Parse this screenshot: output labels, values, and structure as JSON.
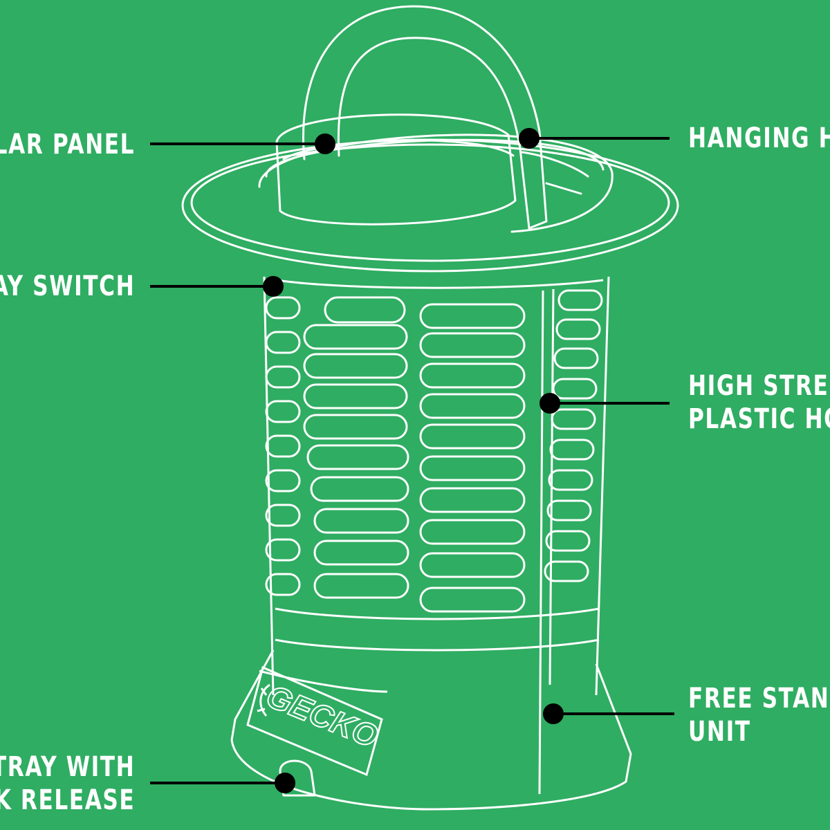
{
  "colors": {
    "background": "#2fad62",
    "outline": "#ffffff",
    "leader": "#000000"
  },
  "callouts": {
    "solar_panel": [
      "OLAR PANEL"
    ],
    "switch": [
      "WAY SWITCH"
    ],
    "tray": [
      "TRAY WITH",
      "CK RELEASE"
    ],
    "hanging_hook": [
      "HANGING HO"
    ],
    "housing": [
      "HIGH STREN",
      "PLASTIC HO"
    ],
    "free_standing": [
      "FREE STAND",
      "UNIT"
    ]
  },
  "product": {
    "brand": "GECKO"
  }
}
